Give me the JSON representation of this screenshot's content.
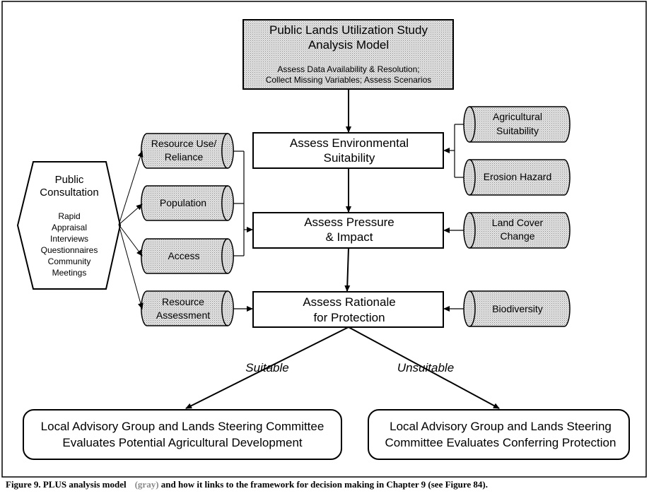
{
  "top_box": {
    "title_line1": "Public Lands Utilization Study",
    "title_line2": "Analysis Model",
    "note_line1": "Assess Data Availability & Resolution;",
    "note_line2": "Collect Missing Variables; Assess Scenarios"
  },
  "center_steps": [
    {
      "line1": "Assess Environmental",
      "line2": "Suitability"
    },
    {
      "line1": "Assess Pressure",
      "line2": "& Impact"
    },
    {
      "line1": "Assess Rationale",
      "line2": "for Protection"
    }
  ],
  "left_inputs": [
    {
      "line1": "Resource Use/",
      "line2": "Reliance"
    },
    {
      "line1": "Population",
      "line2": ""
    },
    {
      "line1": "Access",
      "line2": ""
    },
    {
      "line1": "Resource",
      "line2": "Assessment"
    }
  ],
  "right_inputs": [
    {
      "line1": "Agricultural",
      "line2": "Suitability"
    },
    {
      "line1": "Erosion Hazard",
      "line2": ""
    },
    {
      "line1": "Land Cover",
      "line2": "Change"
    },
    {
      "line1": "Biodiversity",
      "line2": ""
    }
  ],
  "consultation": {
    "title_line1": "Public",
    "title_line2": "Consultation",
    "methods": [
      "Rapid",
      "Appraisal",
      "Interviews",
      "Questionnaires",
      "Community",
      "Meetings"
    ]
  },
  "branches": {
    "suitable_label": "Suitable",
    "unsuitable_label": "Unsuitable"
  },
  "outcomes": {
    "left_line1": "Local Advisory Group and Lands Steering Committee",
    "left_line2": "Evaluates Potential Agricultural Development",
    "right_line1": "Local Advisory Group and Lands Steering",
    "right_line2": "Committee Evaluates Conferring Protection"
  },
  "caption": {
    "part1": "Figure 9. PLUS analysis model",
    "part2": "(gray)",
    "part3": "and how it links to the framework for decision making in Chapter 9 (see Figure 84)."
  },
  "colors": {
    "gray_fill": "#d9d9d9",
    "outline": "#000000"
  }
}
